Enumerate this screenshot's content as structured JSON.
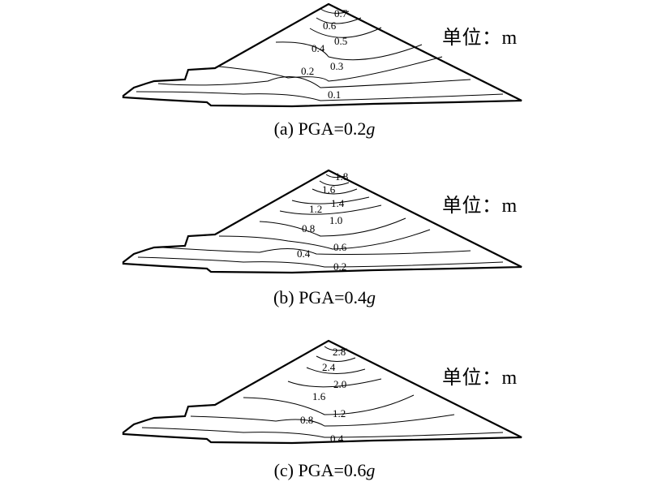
{
  "panels": [
    {
      "unit_label": "单位：m",
      "caption_prefix": "(a) PGA=0.2",
      "caption_italic": "g",
      "contours": [
        {
          "label": "0.7"
        },
        {
          "label": "0.6"
        },
        {
          "label": "0.5"
        },
        {
          "label": "0.4"
        },
        {
          "label": "0.3"
        },
        {
          "label": "0.2"
        },
        {
          "label": "0.1"
        }
      ]
    },
    {
      "unit_label": "单位：m",
      "caption_prefix": "(b) PGA=0.4",
      "caption_italic": "g",
      "contours": [
        {
          "label": "1.8"
        },
        {
          "label": "1.6"
        },
        {
          "label": "1.4"
        },
        {
          "label": "1.2"
        },
        {
          "label": "1.0"
        },
        {
          "label": "0.8"
        },
        {
          "label": "0.6"
        },
        {
          "label": "0.4"
        },
        {
          "label": "0.2"
        }
      ]
    },
    {
      "unit_label": "单位：m",
      "caption_prefix": "(c) PGA=0.6",
      "caption_italic": "g",
      "contours": [
        {
          "label": "2.8"
        },
        {
          "label": "2.4"
        },
        {
          "label": "2.0"
        },
        {
          "label": "1.6"
        },
        {
          "label": "1.2"
        },
        {
          "label": "0.8"
        },
        {
          "label": "0.4"
        }
      ]
    }
  ]
}
